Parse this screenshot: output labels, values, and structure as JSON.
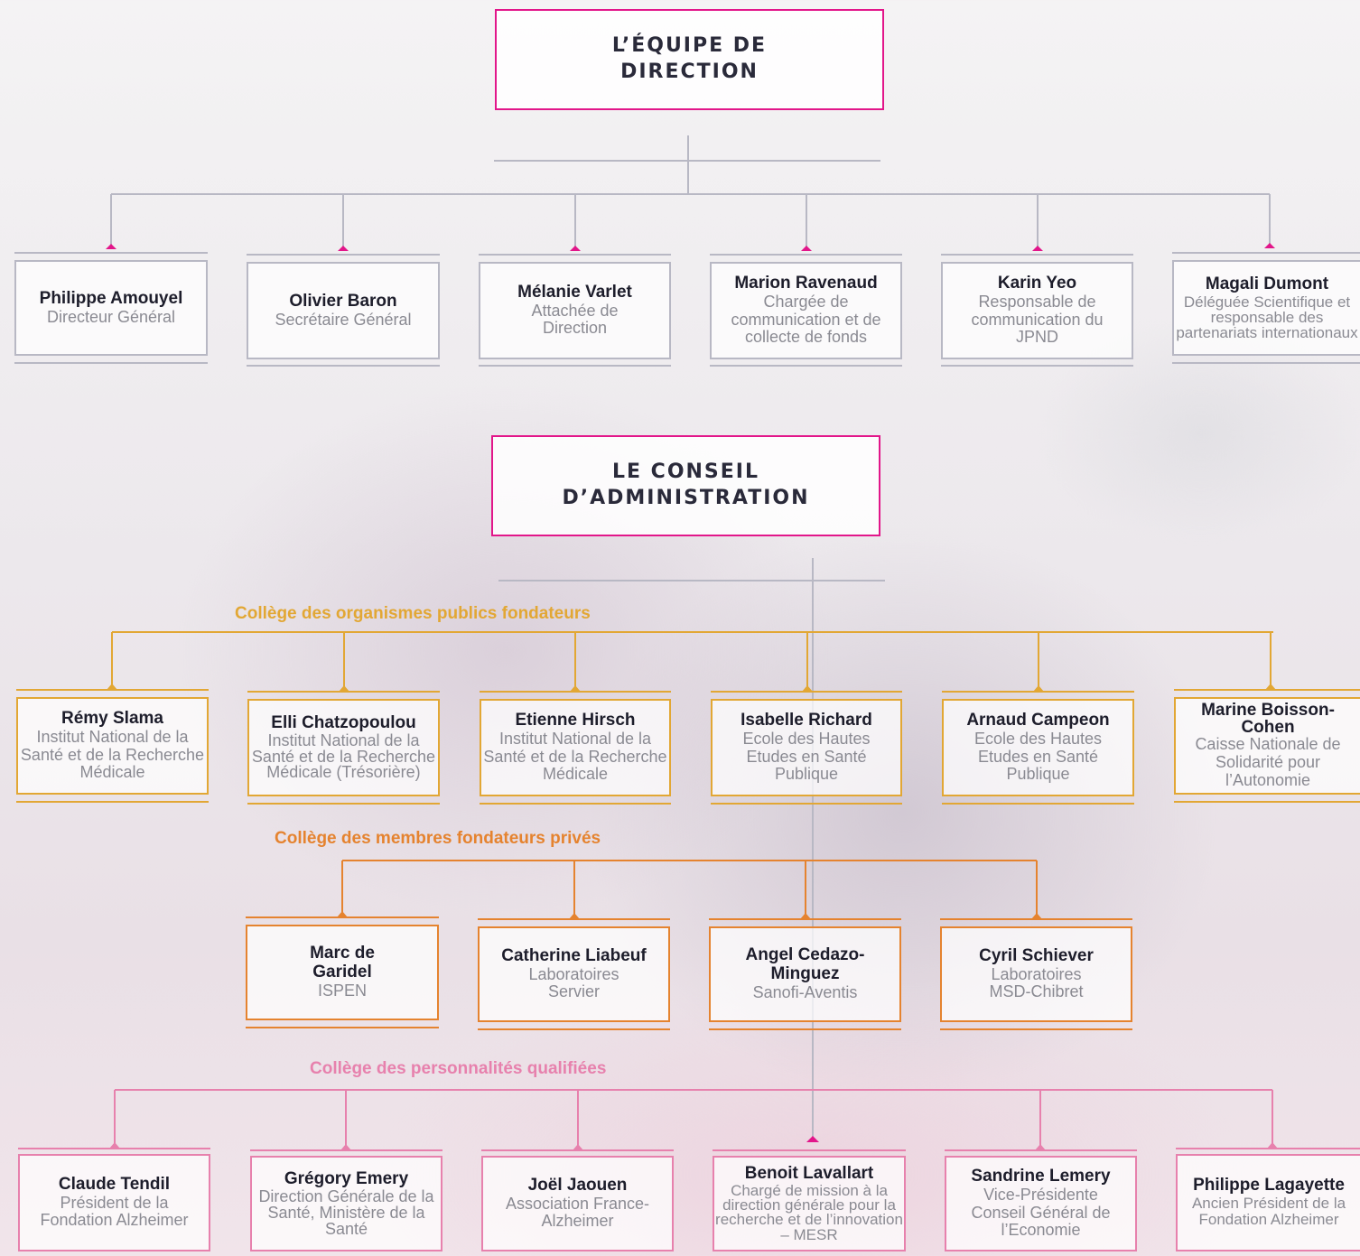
{
  "direction": {
    "title": "L’ÉQUIPE DE DIRECTION",
    "members": [
      {
        "name": "Philippe Amouyel",
        "role": "Directeur Général"
      },
      {
        "name": "Olivier Baron",
        "role": "Secrétaire Général"
      },
      {
        "name": "Mélanie Varlet",
        "role": "Attachée de Direction"
      },
      {
        "name": "Marion Ravenaud",
        "role": "Chargée de communication et de collecte de fonds"
      },
      {
        "name": "Karin Yeo",
        "role": "Responsable de communication du JPND"
      },
      {
        "name": "Magali Dumont",
        "role": "Déléguée Scientifique et responsable des partenariats internationaux"
      }
    ]
  },
  "conseil": {
    "title": "LE CONSEIL D’ADMINISTRATION",
    "colleges": [
      {
        "label": "Collège des organismes publics fondateurs",
        "color": "#e2a734",
        "members": [
          {
            "name": "Rémy Slama",
            "role": "Institut National de la Santé et de la Recherche Médicale"
          },
          {
            "name": "Elli Chatzopoulou",
            "role": "Institut National de la Santé et de la Recherche Médicale (Trésorière)"
          },
          {
            "name": "Etienne Hirsch",
            "role": "Institut National de la Santé et de la Recherche Médicale"
          },
          {
            "name": "Isabelle Richard",
            "role": "Ecole des Hautes Etudes en Santé Publique"
          },
          {
            "name": "Arnaud Campeon",
            "role": "Ecole des Hautes Etudes en Santé Publique"
          },
          {
            "name": "Marine Boisson-Cohen",
            "role": "Caisse Nationale de Solidarité pour l’Autonomie"
          }
        ]
      },
      {
        "label": "Collège des membres fondateurs privés",
        "color": "#e5832f",
        "members": [
          {
            "name": "Marc de Garidel",
            "role": "ISPEN"
          },
          {
            "name": "Catherine Liabeuf",
            "role": "Laboratoires Servier"
          },
          {
            "name": "Angel Cedazo-Minguez",
            "role": "Sanofi-Aventis"
          },
          {
            "name": "Cyril Schiever",
            "role": "Laboratoires MSD-Chibret"
          }
        ]
      },
      {
        "label": "Collège des personnalités qualifiées",
        "color": "#e781ad",
        "members": [
          {
            "name": "Claude Tendil",
            "role": "Président de la Fondation Alzheimer"
          },
          {
            "name": "Grégory Emery",
            "role": "Direction Générale de la Santé, Ministère de la Santé"
          },
          {
            "name": "Joël Jaouen",
            "role": "Association France-Alzheimer"
          },
          {
            "name": "Benoit Lavallart",
            "role": "Chargé de mission à la direction générale pour la recherche et de l’innovation – MESR"
          },
          {
            "name": "Sandrine Lemery",
            "role": "Vice-Présidente Conseil Général de l’Economie"
          },
          {
            "name": "Philippe Lagayette",
            "role": "Ancien Président de la Fondation Alzheimer"
          }
        ]
      }
    ]
  },
  "colors": {
    "accent": "#e2168a",
    "connector": "#b8b8c4"
  }
}
